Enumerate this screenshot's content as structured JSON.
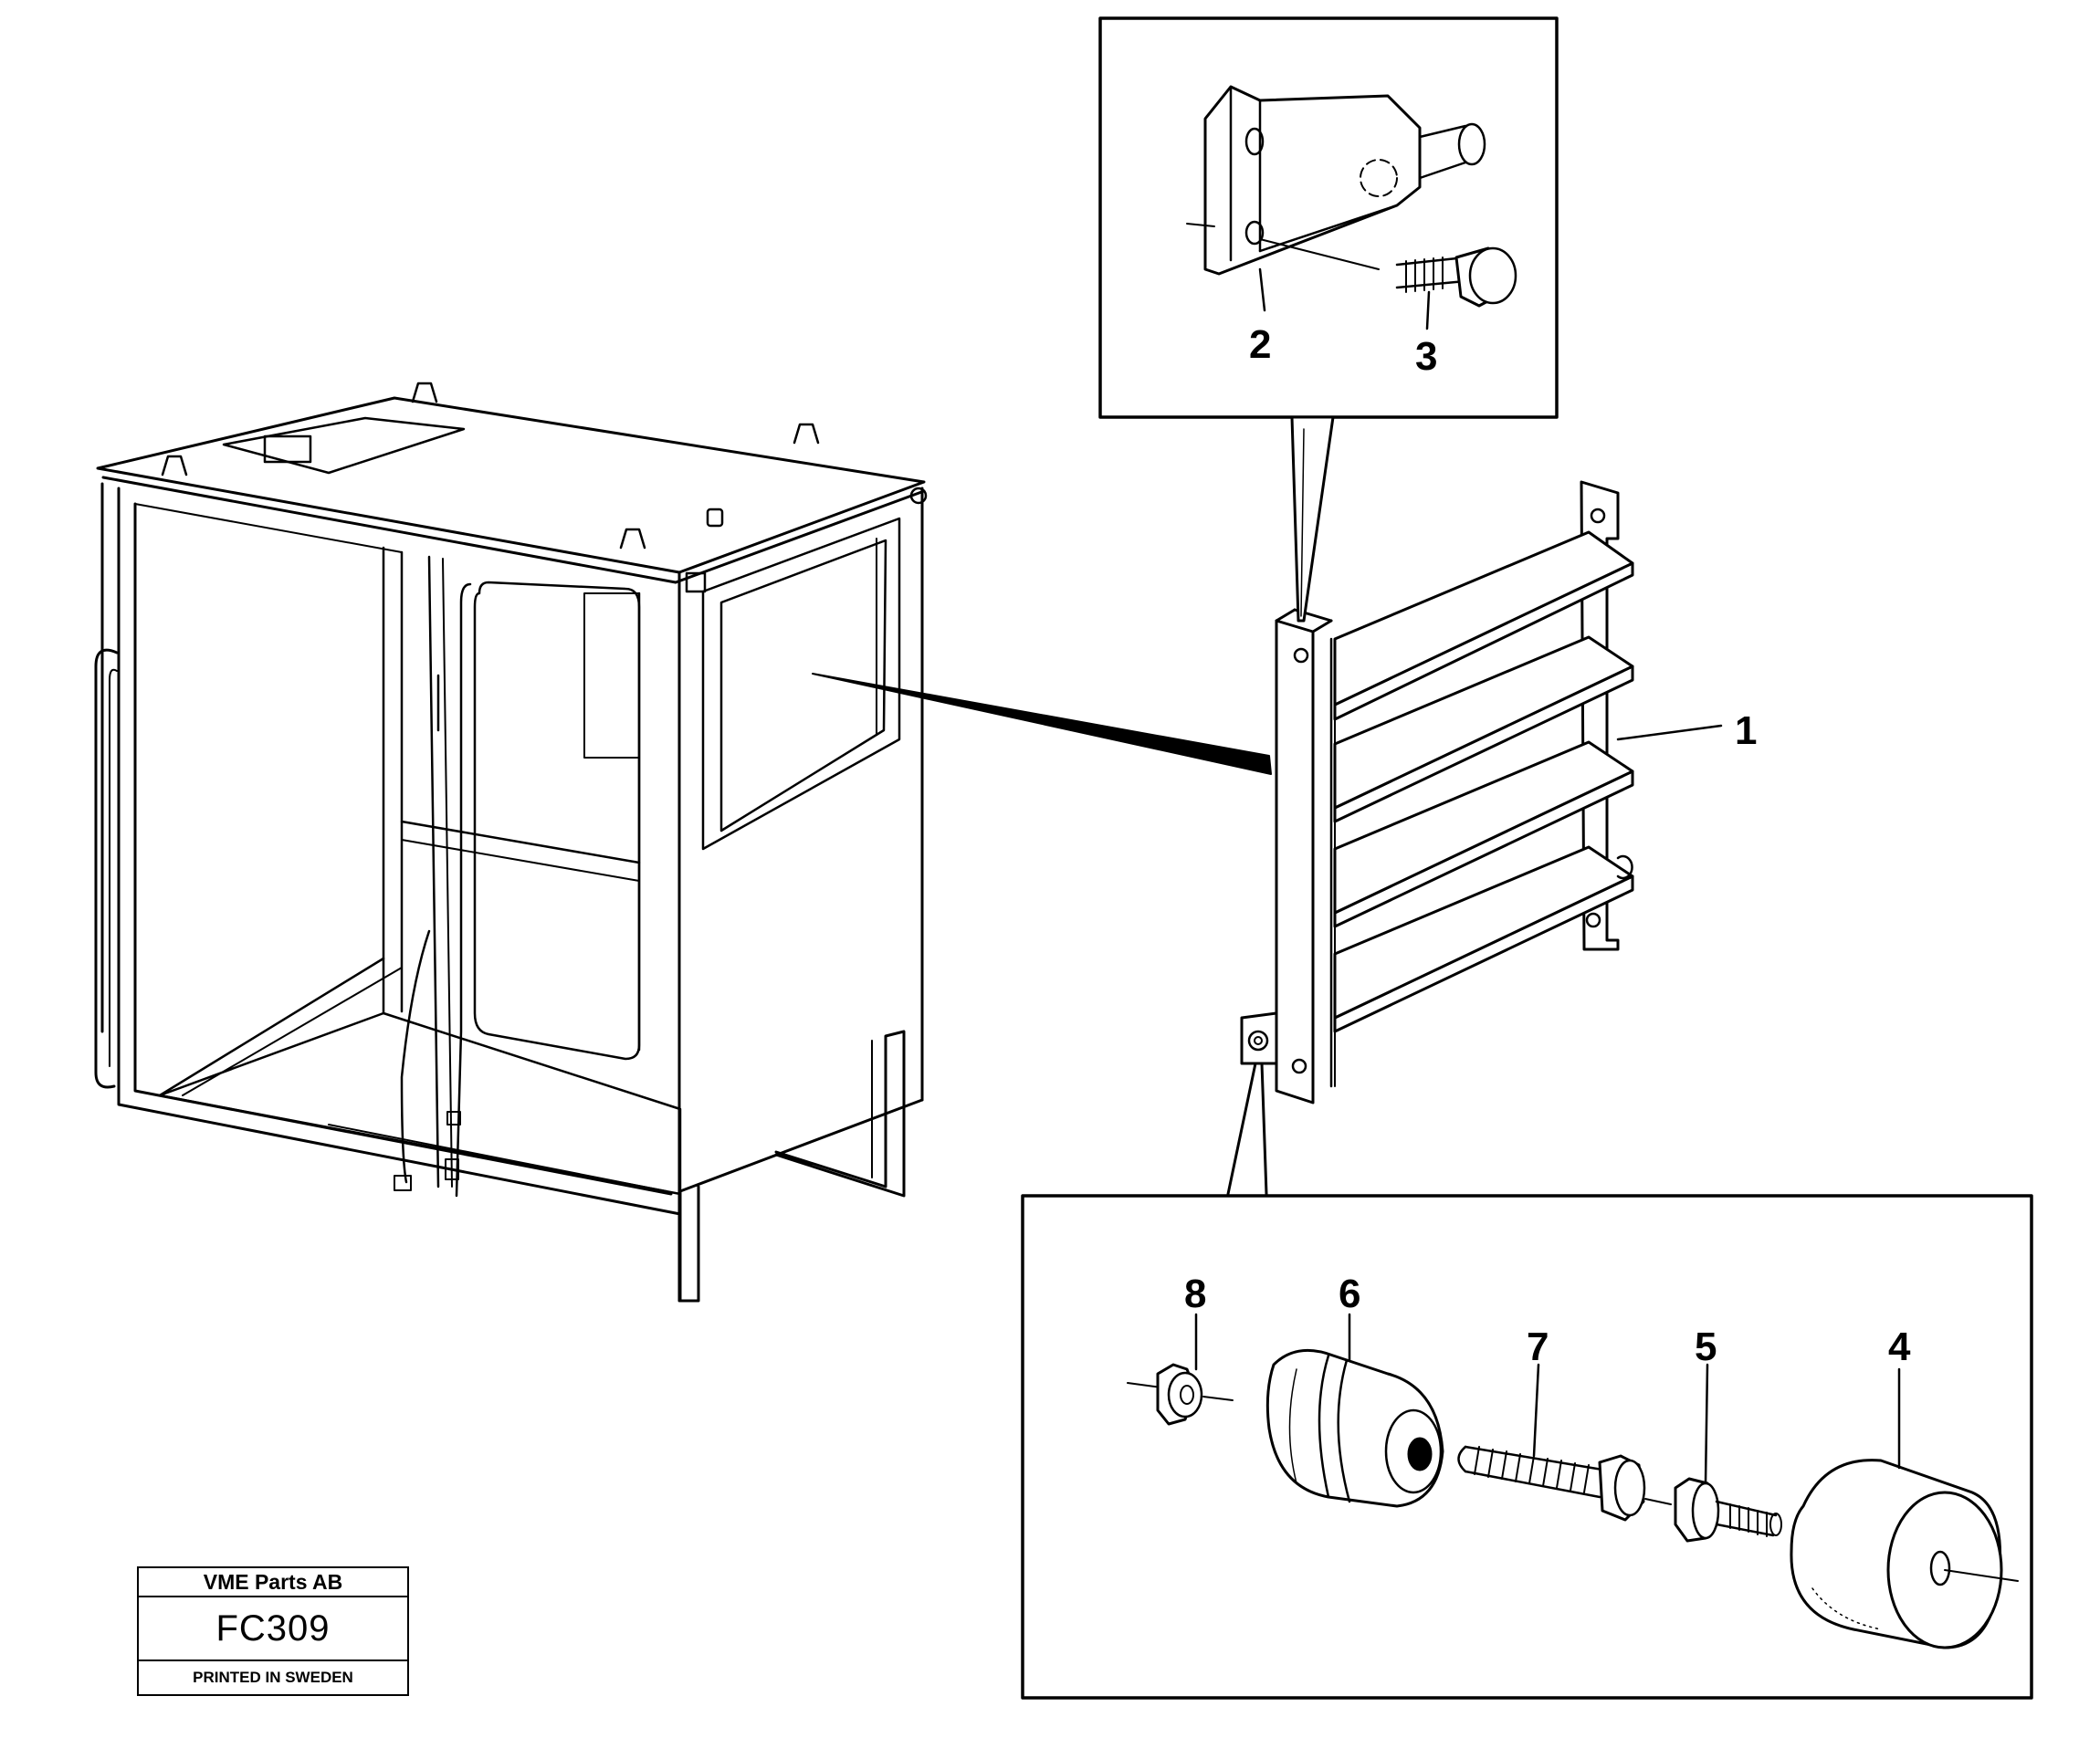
{
  "callouts": {
    "c1": "1",
    "c2": "2",
    "c3": "3",
    "c4": "4",
    "c5": "5",
    "c6": "6",
    "c7": "7",
    "c8": "8"
  },
  "title_block": {
    "company": "VME Parts AB",
    "code": "FC309",
    "printed": "PRINTED IN SWEDEN"
  },
  "colors": {
    "ink": "#000000",
    "paper": "#ffffff"
  }
}
